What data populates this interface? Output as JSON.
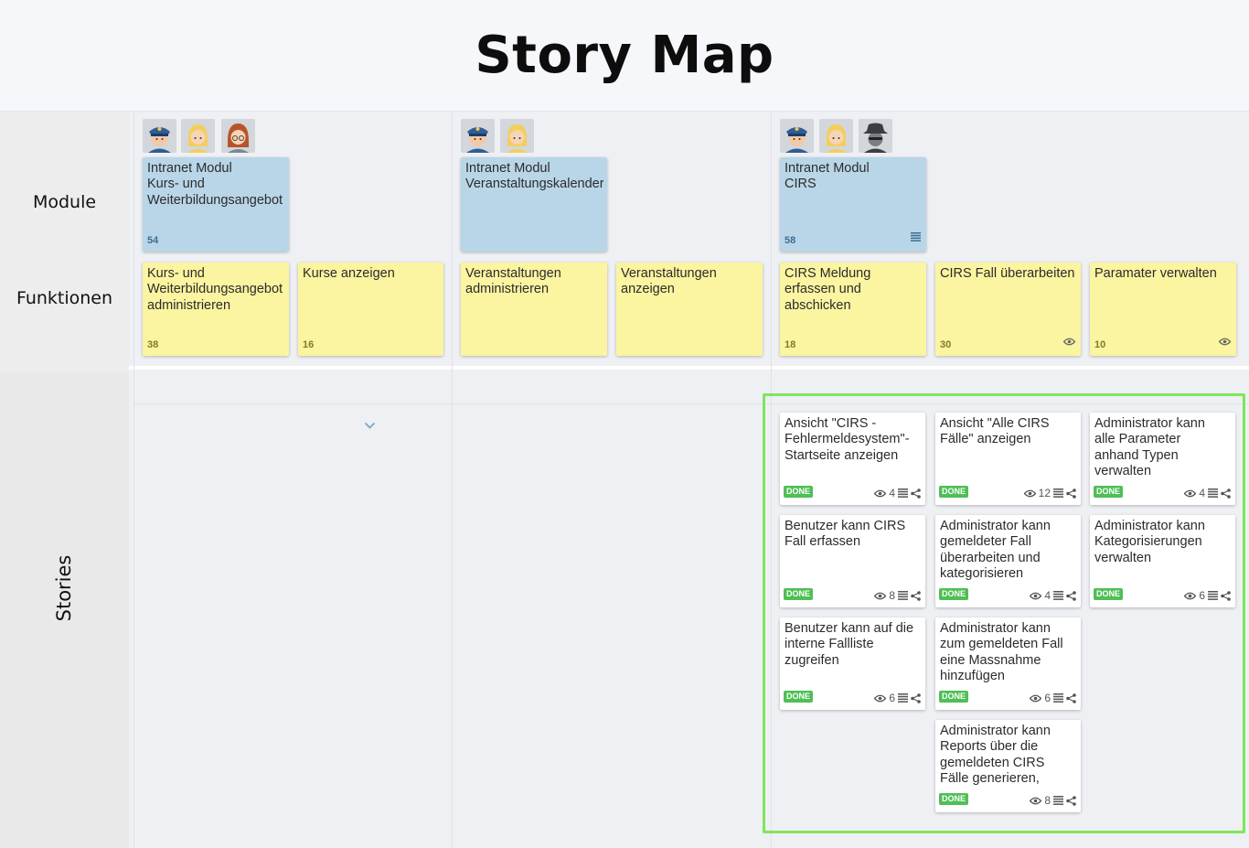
{
  "page_title": "Story Map",
  "rows": {
    "module": "Module",
    "funktionen": "Funktionen",
    "stories": "Stories"
  },
  "modules": [
    {
      "title": "Intranet Modul\nKurs- und\nWeiterbildungsangebot",
      "count": "54",
      "avatars": [
        "police-avatar-icon",
        "blonde-woman-avatar-icon",
        "redhead-woman-glasses-avatar-icon"
      ]
    },
    {
      "title": "Intranet Modul\nVeranstaltungskalender",
      "count": "",
      "avatars": [
        "police-avatar-icon",
        "blonde-woman-avatar-icon"
      ]
    },
    {
      "title": "Intranet Modul\nCIRS",
      "count": "58",
      "avatars": [
        "police-avatar-icon",
        "blonde-woman-avatar-icon",
        "spy-avatar-icon"
      ]
    }
  ],
  "functions": [
    {
      "title": "Kurs- und\nWeiterbildungsangebot\nadministrieren",
      "count": "38"
    },
    {
      "title": "Kurse anzeigen",
      "count": "16"
    },
    {
      "title": "Veranstaltungen\nadministrieren",
      "count": ""
    },
    {
      "title": "Veranstaltungen\nanzeigen",
      "count": ""
    },
    {
      "title": "CIRS Meldung\nerfassen und\nabschicken",
      "count": "18"
    },
    {
      "title": "CIRS Fall überarbeiten",
      "count": "30"
    },
    {
      "title": "Paramater verwalten",
      "count": "10"
    }
  ],
  "stories": [
    {
      "title": "Ansicht \"CIRS -\nFehlermeldesystem\"-\nStartseite anzeigen",
      "status": "DONE",
      "views": "4"
    },
    {
      "title": "Ansicht \"Alle CIRS\nFälle\" anzeigen",
      "status": "DONE",
      "views": "12"
    },
    {
      "title": "Administrator kann\nalle Parameter\nanhand Typen\nverwalten",
      "status": "DONE",
      "views": "4"
    },
    {
      "title": "Benutzer kann CIRS\nFall erfassen",
      "status": "DONE",
      "views": "8"
    },
    {
      "title": "Administrator kann\ngemeldeter Fall\nüberarbeiten und\nkategorisieren",
      "status": "DONE",
      "views": "4"
    },
    {
      "title": "Administrator kann\nKategorisierungen\nverwalten",
      "status": "DONE",
      "views": "6"
    },
    {
      "title": "Benutzer kann auf die\ninterne Fallliste\nzugreifen",
      "status": "DONE",
      "views": "6"
    },
    {
      "title": "Administrator kann\nzum gemeldeten Fall\neine Massnahme\nhinzufügen",
      "status": "DONE",
      "views": "6"
    },
    {
      "title": "Administrator kann\nReports über die\ngemeldeten CIRS\nFälle generieren,",
      "status": "DONE",
      "views": "8"
    }
  ],
  "colors": {
    "module_card": "#b9d6e8",
    "function_card": "#fbf4a0",
    "done_badge": "#4fbf56",
    "highlight": "#7ee65a"
  }
}
